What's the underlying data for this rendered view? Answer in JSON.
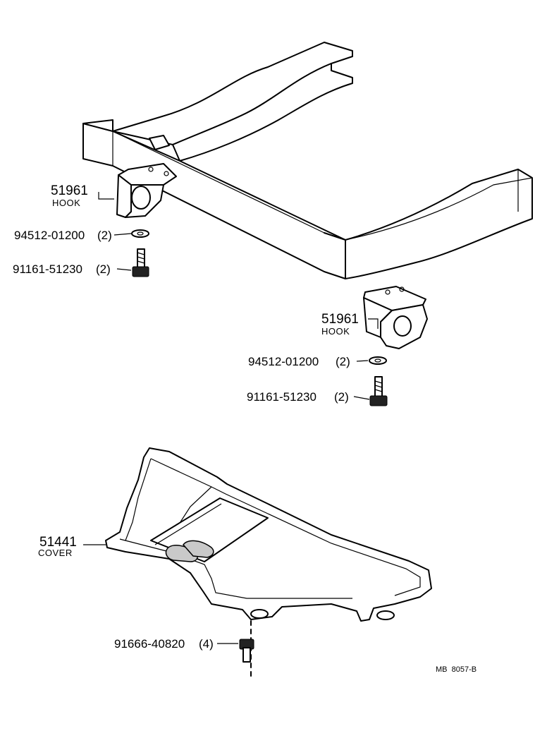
{
  "parts": {
    "hook_left": {
      "number": "51961",
      "name": "HOOK"
    },
    "washer_left": {
      "number": "94512-01200",
      "qty": "(2)"
    },
    "bolt_left": {
      "number": "91161-51230",
      "qty": "(2)"
    },
    "hook_right": {
      "number": "51961",
      "name": "HOOK"
    },
    "washer_right": {
      "number": "94512-01200",
      "qty": "(2)"
    },
    "bolt_right": {
      "number": "91161-51230",
      "qty": "(2)"
    },
    "cover": {
      "number": "51441",
      "name": "COVER"
    },
    "cover_bolt": {
      "number": "91666-40820",
      "qty": "(4)"
    }
  },
  "diagram_ref": "MB  8057-B"
}
